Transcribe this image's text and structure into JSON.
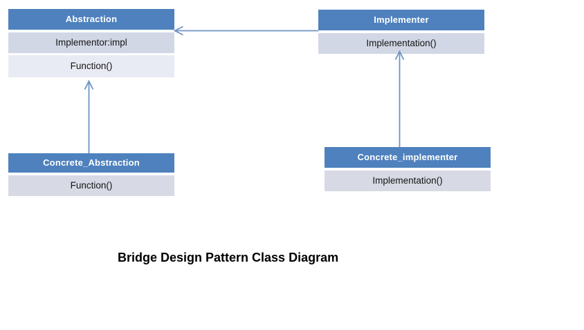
{
  "diagram": {
    "title": "Bridge Design Pattern Class Diagram",
    "colors": {
      "header_bg": "#4E81BD",
      "header_text": "#FFFFFF",
      "row_alt1_bg": "#D1D7E5",
      "row_alt2_bg": "#E9EBF4",
      "row_concrete_bg": "#D7DAE4",
      "row_text": "#141414",
      "arrow": "#6E93C4"
    },
    "classes": [
      {
        "id": "abstraction",
        "name": "Abstraction",
        "members": [
          "Implementor:impl",
          "Function()"
        ]
      },
      {
        "id": "implementer",
        "name": "Implementer",
        "members": [
          "Implementation()"
        ]
      },
      {
        "id": "concrete_abstraction",
        "name": "Concrete_Abstraction",
        "members": [
          "Function()"
        ]
      },
      {
        "id": "concrete_implementer",
        "name": "Concrete_implementer",
        "members": [
          "Implementation()"
        ]
      }
    ],
    "relationships": [
      {
        "from": "Implementer",
        "to": "Abstraction",
        "type": "association",
        "arrow": "open-arrow pointing left into Abstraction"
      },
      {
        "from": "Concrete_Abstraction",
        "to": "Abstraction",
        "type": "generalization",
        "arrow": "open-arrow pointing up into Abstraction"
      },
      {
        "from": "Concrete_implementer",
        "to": "Implementer",
        "type": "generalization",
        "arrow": "open-arrow pointing up into Implementer"
      }
    ]
  }
}
